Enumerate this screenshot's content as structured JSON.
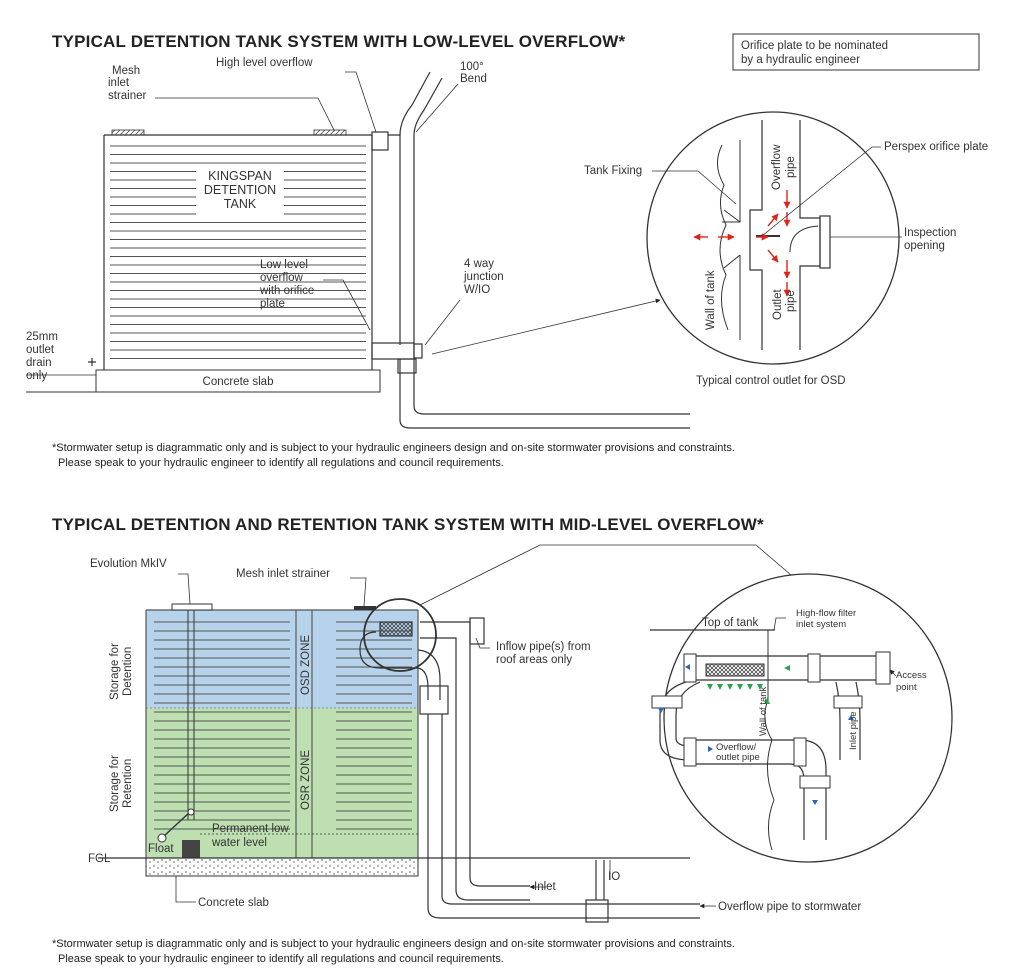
{
  "top": {
    "title": "TYPICAL DETENTION TANK SYSTEM WITH LOW-LEVEL OVERFLOW*",
    "note_box": [
      "Orifice plate to be nominated",
      "by a hydraulic engineer"
    ],
    "tank_label": [
      "KINGSPAN",
      "DETENTION",
      "TANK"
    ],
    "labels": {
      "mesh_inlet": [
        "Mesh",
        "inlet",
        "strainer"
      ],
      "high_overflow": "High level overflow",
      "bend": [
        "100°",
        "Bend"
      ],
      "low_overflow": [
        "Low level",
        "overflow",
        "with orifice",
        "plate"
      ],
      "junction": [
        "4 way",
        "junction",
        "W/IO"
      ],
      "drain": [
        "25mm",
        "outlet",
        "drain",
        "only"
      ],
      "slab": "Concrete slab"
    },
    "detail": {
      "tank_fixing": "Tank Fixing",
      "perspex": "Perspex orifice plate",
      "inspection": [
        "Inspection",
        "opening"
      ],
      "overflow_pipe": [
        "Overflow",
        "pipe"
      ],
      "outlet_pipe": [
        "Outlet",
        "pipe"
      ],
      "wall": "Wall of tank",
      "caption": "Typical control outlet for OSD"
    },
    "footnote": [
      "*Stormwater setup is diagrammatic only and is subject to your hydraulic engineers design and on-site stormwater provisions and constraints.",
      "Please speak to your hydraulic engineer to identify all regulations and council requirements."
    ]
  },
  "bottom": {
    "title": "TYPICAL DETENTION AND RETENTION TANK SYSTEM WITH MID-LEVEL OVERFLOW*",
    "labels": {
      "evolution": "Evolution MkIV",
      "mesh": "Mesh inlet strainer",
      "inflow": [
        "Inflow pipe(s) from",
        "roof areas only"
      ],
      "storage_det": [
        "Storage for",
        "Detention"
      ],
      "storage_ret": [
        "Storage for",
        "Retention"
      ],
      "osd": "OSD ZONE",
      "osr": "OSR ZONE",
      "permanent": [
        "Permanent low",
        "water level"
      ],
      "float": "Float",
      "fgl": "FGL",
      "slab": "Concrete slab",
      "inlet": "Inlet",
      "io": "IO",
      "overflow_sw": "Overflow pipe to stormwater"
    },
    "detail": {
      "top_of_tank": "Top of tank",
      "filter": [
        "High-flow filter",
        "inlet system"
      ],
      "access": [
        "Access",
        "point"
      ],
      "wall": "Wall of tank",
      "inlet_pipe": "Inlet pipe",
      "overflow_outlet": [
        "Overflow/",
        "outlet pipe"
      ]
    },
    "footnote": [
      "*Stormwater setup is diagrammatic only and is subject to your hydraulic engineers design and on-site stormwater provisions and constraints.",
      "Please speak to your hydraulic engineer to identify all regulations and council requirements."
    ]
  },
  "colors": {
    "detention": "#b7d3ec",
    "retention": "#bddfb1",
    "arrow_red": "#e0251b",
    "arrow_green": "#2aa14a",
    "arrow_blue": "#2b66b1"
  }
}
